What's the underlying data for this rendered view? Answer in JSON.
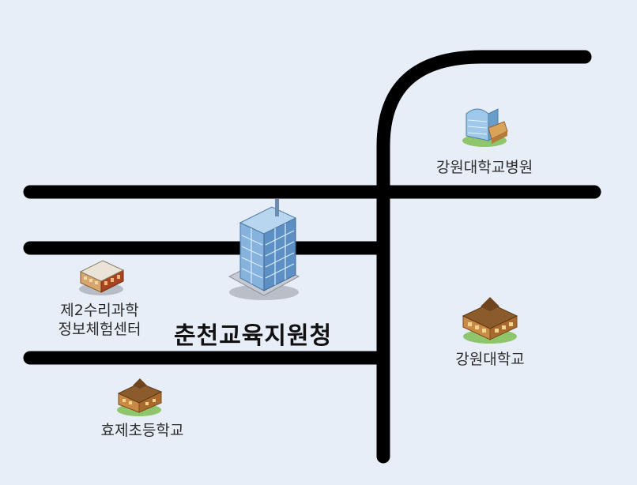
{
  "map": {
    "background_color": "#e8eef8",
    "road_color": "#000000"
  },
  "places": {
    "main_office": {
      "label": "춘천교육지원청",
      "icon": "office-tower-icon"
    },
    "hospital": {
      "label": "강원대학교병원",
      "icon": "hospital-building-icon"
    },
    "science_center": {
      "label_line1": "제2수리과학",
      "label_line2": "정보체험센터",
      "icon": "science-center-building-icon"
    },
    "university": {
      "label": "강원대학교",
      "icon": "university-building-icon"
    },
    "elementary_school": {
      "label": "효제초등학교",
      "icon": "school-building-icon"
    }
  }
}
